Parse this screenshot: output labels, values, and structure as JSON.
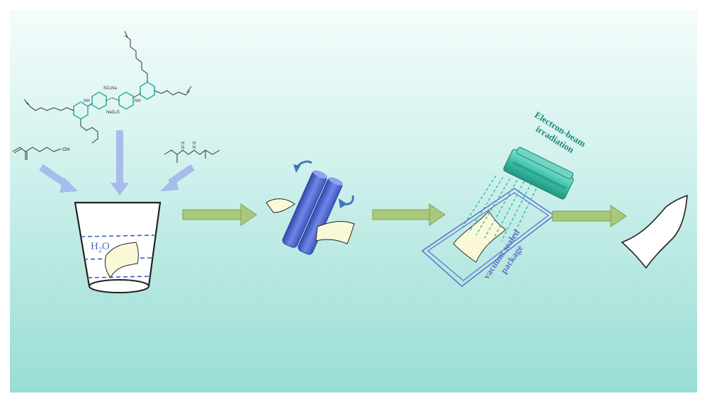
{
  "labels": {
    "water": "H",
    "water_sub": "2",
    "water_tail": "O",
    "ebeam_line1": "Electron-beam",
    "ebeam_line2": "irradiation",
    "vacuum_line1": "vacuum sealed",
    "vacuum_line2": "package"
  },
  "molecules": {
    "reactive_dye": {
      "so3na_top": "SO₃Na",
      "so3na_bottom": "NaO₃S",
      "nh_left": "NH",
      "nh_right": "NH"
    },
    "hydroxyethyl_acrylate": {
      "oh": "OH"
    },
    "bis_acrylamide": {
      "nh_a": "N",
      "nh_b": "N",
      "h_a": "H",
      "h_b": "H"
    }
  },
  "colors": {
    "background_top": "#f2fbfa",
    "background_bottom": "#9fe0d8",
    "process_arrow": "#a9c97a",
    "feed_arrow": "#9db3e6",
    "roller": "#4d67cc",
    "fabric": "#fbf8d8",
    "ebeam_device": "#3bbfa8",
    "ebeam_label": "#1f8a78",
    "vacuum_label": "#6a6fc7",
    "water_label": "#4b6fc0",
    "dye_ring": "#2fb3a6"
  }
}
